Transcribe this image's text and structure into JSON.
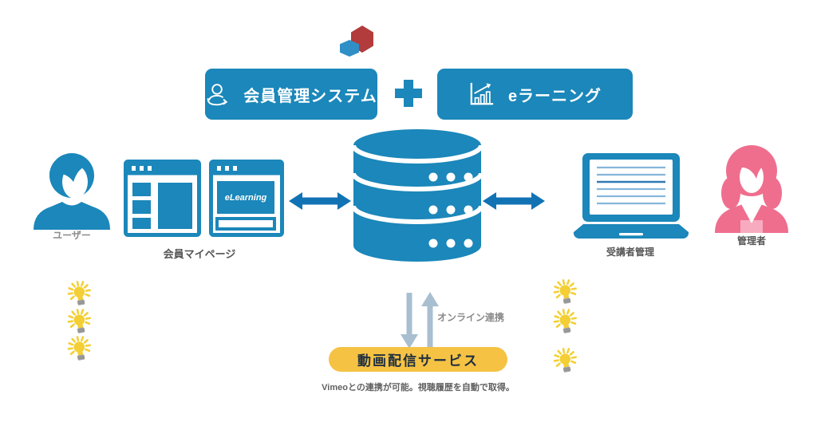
{
  "header": {
    "member_box_label": "会員管理システム",
    "plus_sign": "+",
    "elearning_box_label": "eラーニング"
  },
  "left_side": {
    "user_label": "ユーザー",
    "mypage_label": "会員マイページ",
    "browser_screen_text": "eLearning"
  },
  "right_side": {
    "laptop_label": "受講者管理",
    "admin_label": "管理者"
  },
  "bottom": {
    "online_link_label": "オンライン連携",
    "video_service_label": "動画配信サービス",
    "video_service_note": "Vimeoとの連携が可能。視聴履歴を自動で取得。"
  },
  "colors": {
    "primary_blue": "#1b87ba",
    "arrow_blue": "#1173b4",
    "muted_arrow_grey": "#a9bfd0",
    "person_pink": "#ef6e8e",
    "person_pink_light": "#f8abbe",
    "yellow_pill": "#f5c243",
    "bulb_yellow": "#f3cf35",
    "logo_red": "#b23b3c",
    "logo_blue": "#2f8fc6",
    "label_grey": "#555555"
  }
}
